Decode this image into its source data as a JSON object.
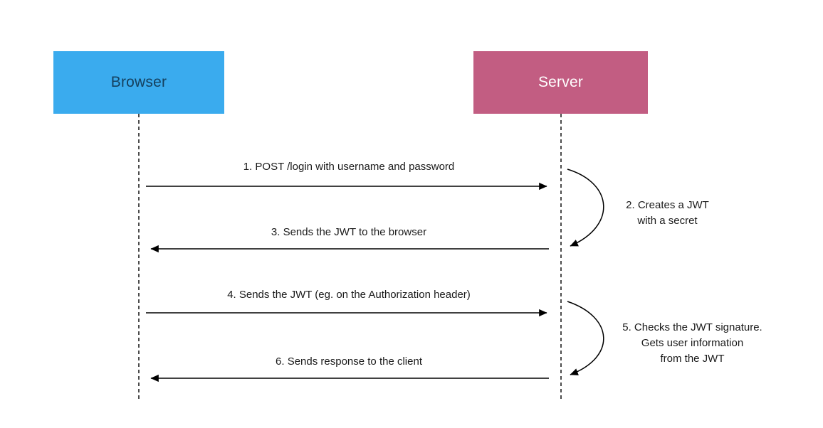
{
  "diagram": {
    "actors": [
      {
        "id": "browser",
        "label": "Browser",
        "fill": "#3aabee",
        "text_color": "#15405e"
      },
      {
        "id": "server",
        "label": "Server",
        "fill": "#c25d82",
        "text_color": "#ffffff"
      }
    ],
    "line_color": "#000000",
    "messages": [
      {
        "num": "1",
        "label": "1. POST /login with username and password",
        "from": "browser",
        "to": "server",
        "kind": "arrow-right"
      },
      {
        "num": "2",
        "label": "2. Creates a JWT\nwith a secret",
        "actor": "server",
        "kind": "self-loop"
      },
      {
        "num": "3",
        "label": "3. Sends the JWT to the browser",
        "from": "server",
        "to": "browser",
        "kind": "arrow-left"
      },
      {
        "num": "4",
        "label": "4. Sends the JWT (eg. on the Authorization header)",
        "from": "browser",
        "to": "server",
        "kind": "arrow-right"
      },
      {
        "num": "5",
        "label": "5. Checks the JWT signature.\nGets user information\nfrom the JWT",
        "actor": "server",
        "kind": "self-loop"
      },
      {
        "num": "6",
        "label": "6. Sends response to the client",
        "from": "server",
        "to": "browser",
        "kind": "arrow-left"
      }
    ]
  }
}
